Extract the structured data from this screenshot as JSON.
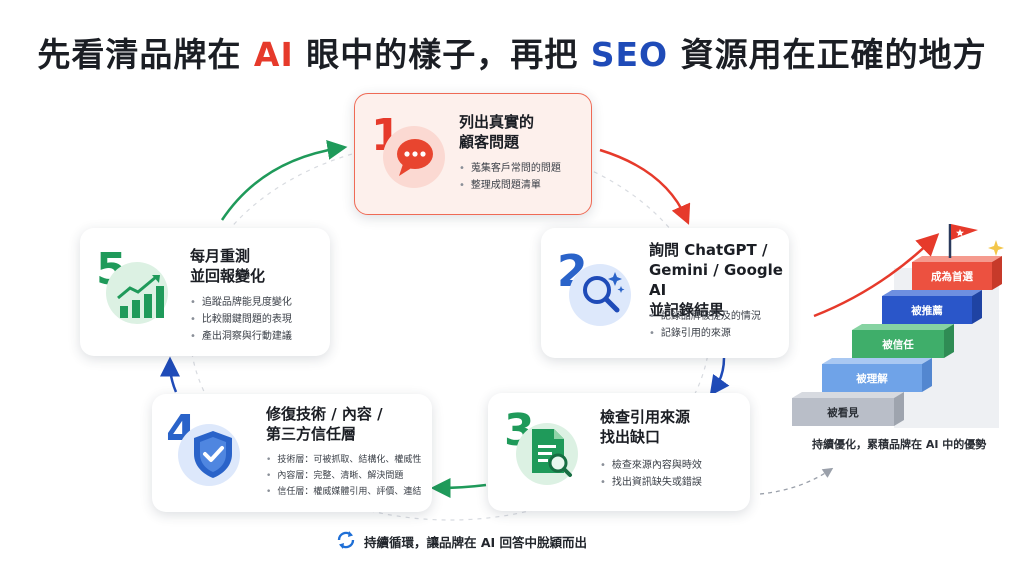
{
  "title": {
    "part1": "先看清品牌在 ",
    "ai": "AI",
    "part2": " 眼中的樣子，再把 ",
    "seo": "SEO",
    "part3": " 資源用在正確的地方"
  },
  "steps": [
    {
      "number": "1",
      "title_lines": [
        "列出真實的",
        "顧客問題"
      ],
      "bullets": [
        "蒐集客戶常問的問題",
        "整理成問題清單"
      ],
      "icon": "chat-bubble-icon",
      "color": "#e63a2b"
    },
    {
      "number": "2",
      "title_lines": [
        "詢問 ChatGPT /",
        "Gemini / Google AI",
        "並記錄結果"
      ],
      "bullets": [
        "記錄品牌被提及的情況",
        "記錄引用的來源"
      ],
      "icon": "magnifier-sparkle-icon",
      "color": "#2a63c9"
    },
    {
      "number": "3",
      "title_lines": [
        "檢查引用來源",
        "找出缺口"
      ],
      "bullets": [
        "檢查來源內容與時效",
        "找出資訊缺失或錯誤"
      ],
      "icon": "document-search-icon",
      "color": "#1f9a5a"
    },
    {
      "number": "4",
      "title_lines": [
        "修復技術 / 內容 /",
        "第三方信任層"
      ],
      "bullets": [
        "技術層：可被抓取、結構化、權威性",
        "內容層：完整、清晰、解決問題",
        "信任層：權威媒體引用、評價、連結"
      ],
      "icon": "shield-check-icon",
      "color": "#2a63c9"
    },
    {
      "number": "5",
      "title_lines": [
        "每月重測",
        "並回報變化"
      ],
      "bullets": [
        "追蹤品牌能見度變化",
        "比較關鍵問題的表現",
        "產出洞察與行動建議"
      ],
      "icon": "growth-chart-icon",
      "color": "#1f9a5a"
    }
  ],
  "stairs": {
    "steps": [
      {
        "label": "被看見",
        "color": "#b9bec8"
      },
      {
        "label": "被理解",
        "color": "#6fa3e8"
      },
      {
        "label": "被信任",
        "color": "#3fae6a"
      },
      {
        "label": "被推薦",
        "color": "#2a56c9"
      },
      {
        "label": "成為首選",
        "color": "#ec5140"
      }
    ],
    "caption": "持續優化，累積品牌在 AI 中的優勢"
  },
  "footer": {
    "text": "持續循環，讓品牌在 AI 回答中脫穎而出",
    "icon": "refresh-cycle-icon"
  }
}
